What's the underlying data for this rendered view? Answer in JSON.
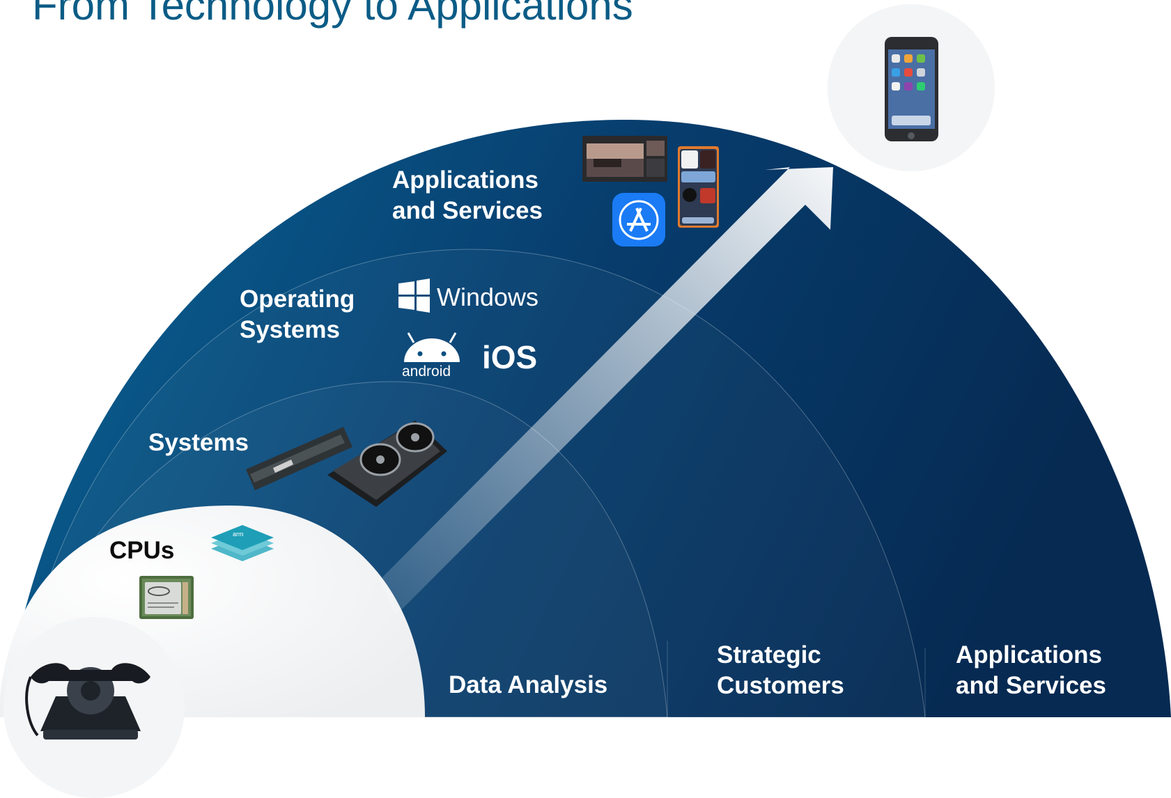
{
  "title": "From Technology to Applications",
  "rings": {
    "cpus": "CPUs",
    "systems": "Systems",
    "operating_systems": [
      "Operating",
      "Systems"
    ],
    "applications": [
      "Applications",
      "and Services"
    ]
  },
  "bottom_labels": {
    "data_analysis": "Data Analysis",
    "strategic_customers": [
      "Strategic",
      "Customers"
    ],
    "applications_services": [
      "Applications",
      "and Services"
    ]
  },
  "os_logos": {
    "windows": "Windows",
    "android": "android",
    "ios": "iOS"
  },
  "colors": {
    "title": "#0b5c86",
    "ring_light": "#0a6496",
    "ring_dark": "#062a52",
    "label_white": "#ffffff",
    "label_dark": "#0c0c0c"
  },
  "icons": {
    "start": "rotary-telephone-icon",
    "end": "smartphone-icon",
    "cpu": "cpu-chip-icon",
    "arm_chip": "chip-stack-icon",
    "ram": "ram-module-icon",
    "gpu": "graphics-card-icon",
    "app_store": "app-store-icon",
    "photo_editor": "photo-editor-screenshot-icon",
    "widgets": "phone-widgets-screenshot-icon",
    "arrow": "progress-arrow-icon"
  }
}
